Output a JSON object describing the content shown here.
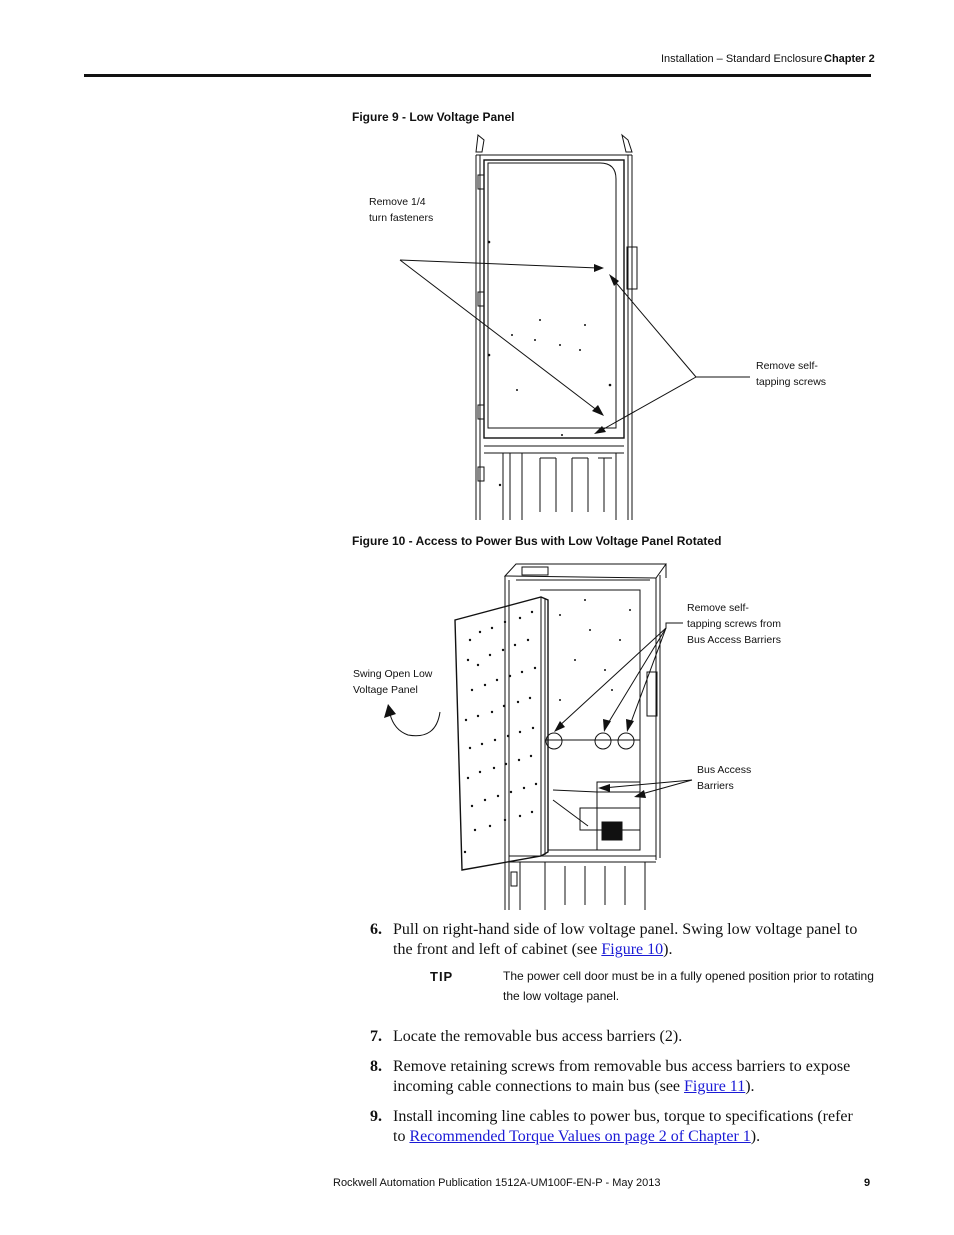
{
  "header": {
    "section": "Installation – Standard Enclosure",
    "chapter": "Chapter 2"
  },
  "figure9": {
    "caption": "Figure 9 - Low Voltage Panel",
    "callout_fasteners": "Remove 1/4\nturn fasteners",
    "callout_screws": "Remove self-\ntapping screws"
  },
  "figure10": {
    "caption": "Figure 10 - Access to Power Bus with Low Voltage Panel Rotated",
    "callout_swing": "Swing Open Low\nVoltage Panel",
    "callout_screws": "Remove self-\ntapping screws from\nBus Access Barriers",
    "callout_barriers": "Bus Access\nBarriers"
  },
  "steps": [
    {
      "num": "6.",
      "before": "Pull on right-hand side of low voltage panel. Swing low voltage panel to the front and left of cabinet (see ",
      "link": "Figure 10",
      "after": ")."
    },
    {
      "num": "7.",
      "before": "Locate the removable bus access barriers (2).",
      "link": "",
      "after": ""
    },
    {
      "num": "8.",
      "before": "Remove retaining screws from removable bus access barriers to expose incoming cable connections to main bus (see ",
      "link": "Figure 11",
      "after": ")."
    },
    {
      "num": "9.",
      "before": "Install incoming line cables to power bus, torque to specifications (refer to ",
      "link": "Recommended Torque Values on page 2 of Chapter 1",
      "after": ")."
    }
  ],
  "tip": {
    "label": "TIP",
    "text": "The power cell door must be in a fully opened position prior to rotating the low voltage panel."
  },
  "footer": {
    "publication": "Rockwell Automation Publication 1512A-UM100F-EN-P - May 2013",
    "page": "9"
  },
  "colors": {
    "link": "#1a1ad6",
    "text": "#111111"
  }
}
